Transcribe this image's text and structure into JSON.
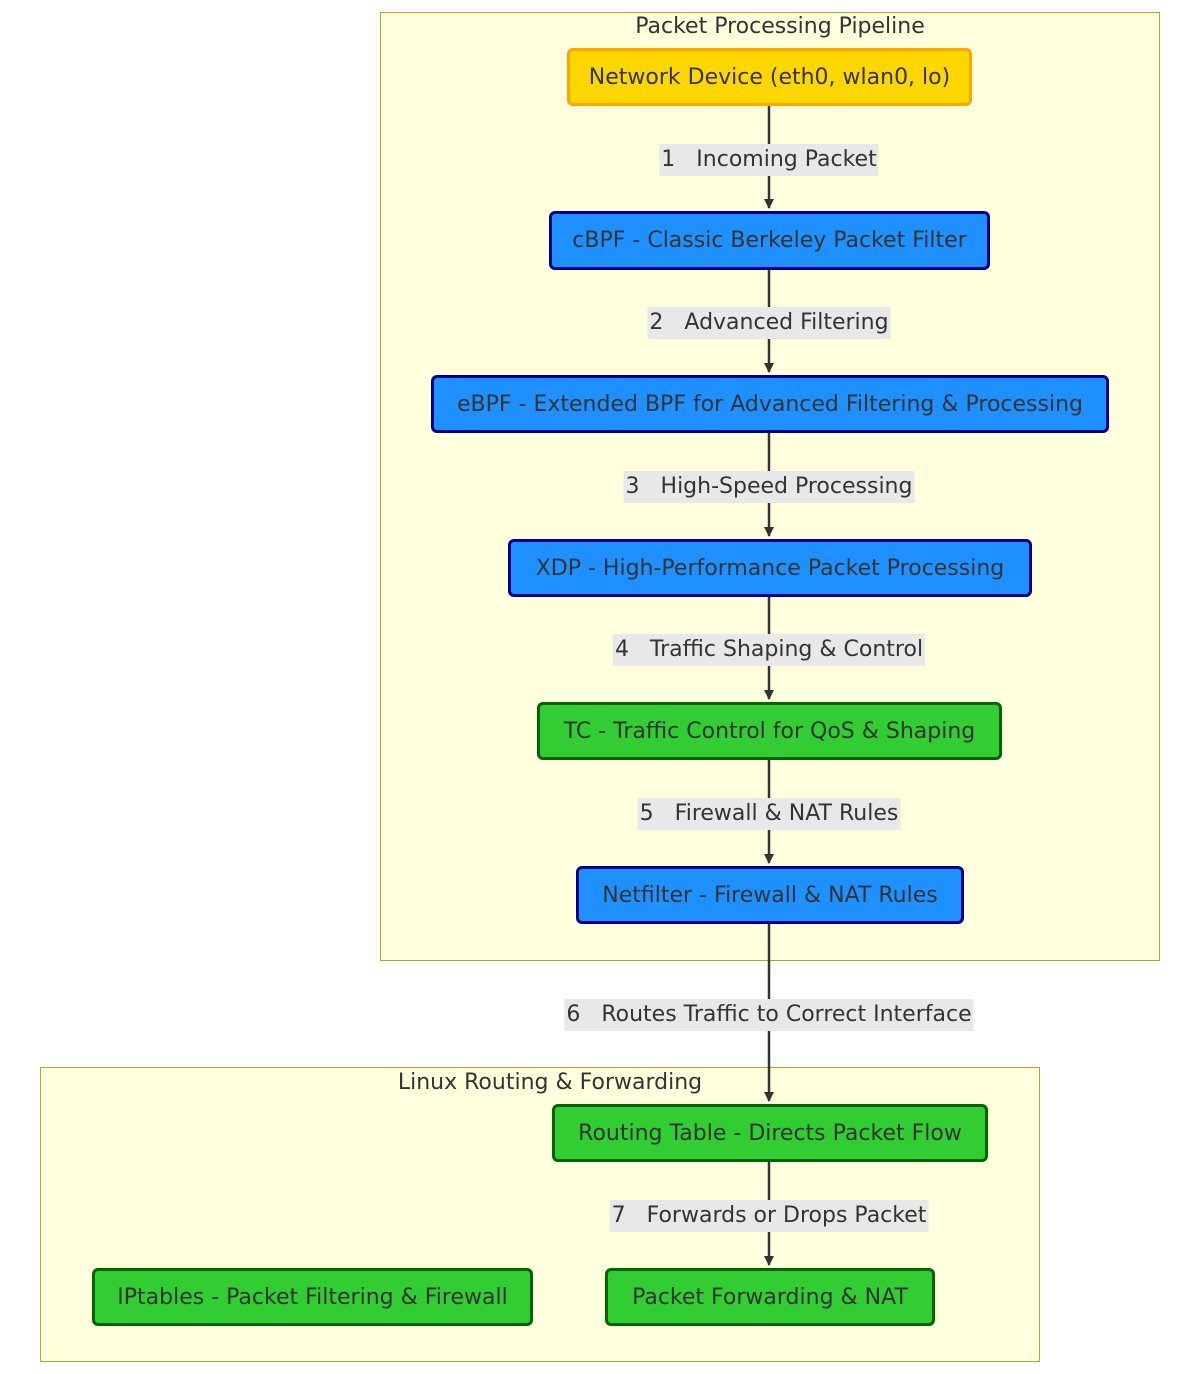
{
  "clusters": {
    "pipeline": {
      "title": "Packet Processing Pipeline"
    },
    "routing": {
      "title": "Linux Routing & Forwarding"
    }
  },
  "nodes": {
    "network_device": "Network Device (eth0, wlan0, lo)",
    "cbpf": "cBPF - Classic Berkeley Packet Filter",
    "ebpf": "eBPF - Extended BPF for Advanced Filtering & Processing",
    "xdp": "XDP - High-Performance Packet Processing",
    "tc": "TC - Traffic Control for QoS & Shaping",
    "netfilter": "Netfilter - Firewall & NAT Rules",
    "routing_table": "Routing Table - Directs Packet Flow",
    "packet_forwarding": "Packet Forwarding & NAT",
    "iptables": "IPtables - Packet Filtering & Firewall"
  },
  "edges": [
    {
      "num": "1",
      "label": "Incoming Packet"
    },
    {
      "num": "2",
      "label": "Advanced Filtering"
    },
    {
      "num": "3",
      "label": "High-Speed Processing"
    },
    {
      "num": "4",
      "label": "Traffic Shaping & Control"
    },
    {
      "num": "5",
      "label": "Firewall & NAT Rules"
    },
    {
      "num": "6",
      "label": "Routes Traffic to Correct Interface"
    },
    {
      "num": "7",
      "label": "Forwards or Drops Packet"
    }
  ],
  "colors": {
    "yellow_fill": "#ffd700",
    "yellow_stroke": "#ffa500",
    "blue_fill": "#1e90ff",
    "blue_stroke": "#00008b",
    "green_fill": "#32cd32",
    "green_stroke": "#006400",
    "cluster_fill": "#ffffde",
    "cluster_stroke": "#aaaa33",
    "edge_color": "#333333",
    "edge_label_bg": "#e8e8e8"
  }
}
